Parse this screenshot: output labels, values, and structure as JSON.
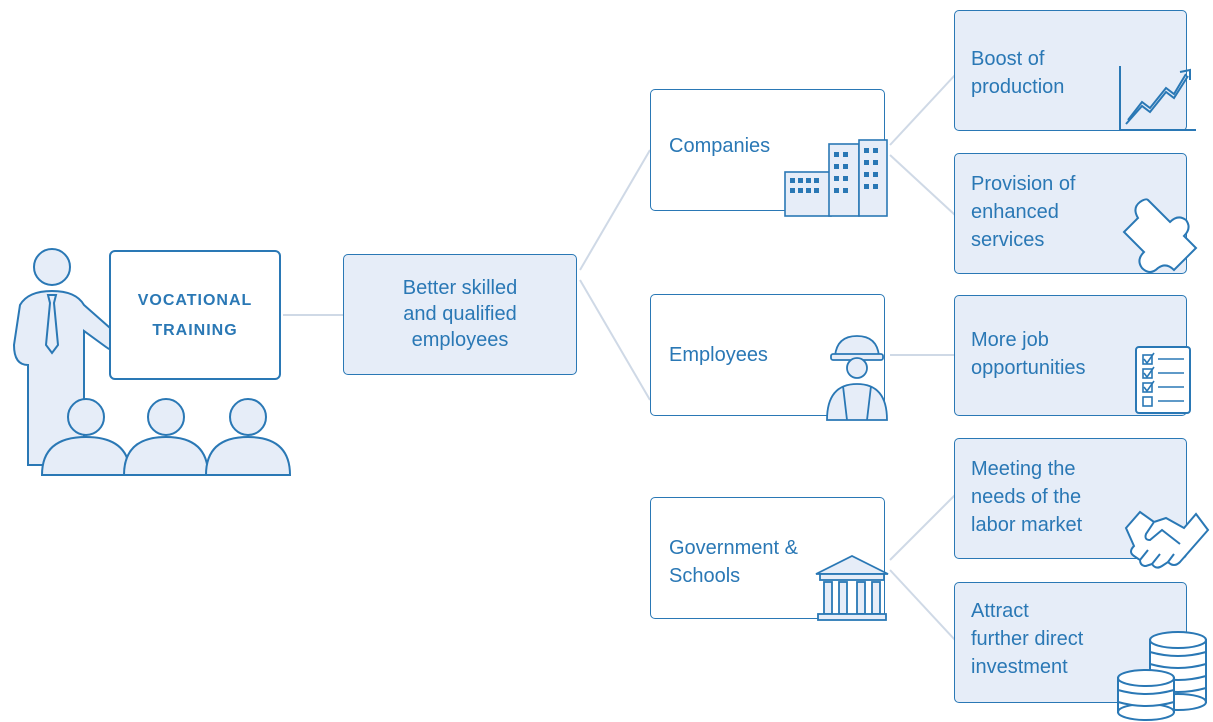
{
  "left": {
    "board_label": "VOCATIONAL\nTRAINING"
  },
  "center": {
    "label": "Better skilled\nand qualified\nemployees"
  },
  "groups": [
    {
      "label": "Companies",
      "icon": "buildings-icon"
    },
    {
      "label": "Employees",
      "icon": "worker-icon"
    },
    {
      "label": "Government &\nSchools",
      "icon": "government-building-icon"
    }
  ],
  "outcomes": [
    {
      "label": "Boost of\nproduction",
      "icon": "growth-chart-icon"
    },
    {
      "label": "Provision of\nenhanced\nservices",
      "icon": "puzzle-piece-icon"
    },
    {
      "label": "More job\nopportunities",
      "icon": "checklist-icon"
    },
    {
      "label": "Meeting the\nneeds of the\nlabor market",
      "icon": "handshake-icon"
    },
    {
      "label": "Attract\nfurther direct\ninvestment",
      "icon": "coins-icon"
    }
  ],
  "colors": {
    "accent": "#2a78b5",
    "fill": "#e6edf8",
    "connector": "#c9d6e6"
  }
}
